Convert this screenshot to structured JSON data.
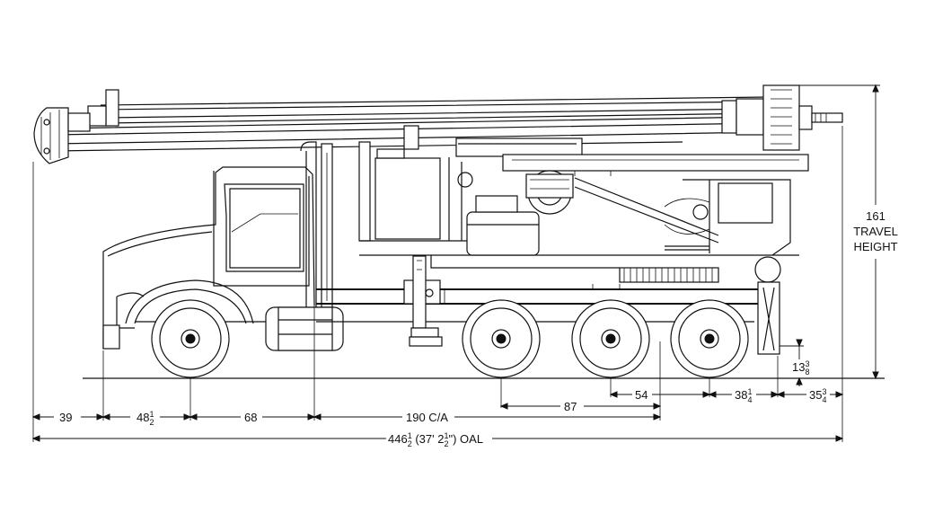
{
  "colors": {
    "ink": "#111111",
    "background": "#ffffff"
  },
  "dimensions": {
    "d39": "39",
    "d48": {
      "whole": "48",
      "num": "1",
      "den": "2"
    },
    "d68": "68",
    "d190": "190 C/A",
    "d87": "87",
    "d54": "54",
    "d38": {
      "whole": "38",
      "num": "1",
      "den": "4"
    },
    "d35": {
      "whole": "35",
      "num": "3",
      "den": "4"
    },
    "d13": {
      "whole": "13",
      "num": "3",
      "den": "8"
    },
    "travel_height": {
      "value": "161",
      "line1": "TRAVEL",
      "line2": "HEIGHT"
    },
    "oal": {
      "whole": "446",
      "num": "1",
      "den": "2",
      "open": " (37' 2",
      "num2": "1",
      "den2": "2",
      "close": "\") OAL"
    }
  }
}
